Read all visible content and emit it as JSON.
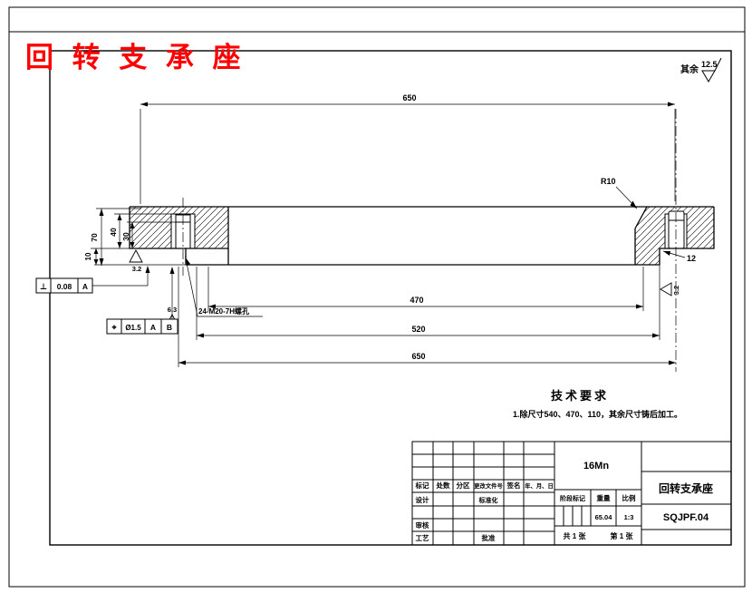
{
  "sheet_title": "回 转 支 承 座",
  "general_roughness": {
    "label": "其余",
    "value": "12.5"
  },
  "dims": {
    "top_650": "650",
    "bolt_circle_470": "470",
    "mid_520": "520",
    "bottom_650": "650",
    "h70": "70",
    "h40": "40",
    "h30": "30",
    "h10": "10",
    "fillet": "R10",
    "thickness": "12",
    "thread_callout": "24-M20-7H螺孔"
  },
  "roughness": {
    "flange_bottom": "3.2",
    "inner_wall": "3.2",
    "hole": "6.3"
  },
  "gdt": {
    "perp": {
      "sym": "⊥",
      "tol": "0.08",
      "datum": "A"
    },
    "pos": {
      "sym": "⌖",
      "tol": "Ø1.5",
      "datumA": "A",
      "datumB": "B"
    }
  },
  "tech": {
    "heading": "技术要求",
    "note1": "1.除尺寸540、470、110，其余尺寸铸后加工。"
  },
  "tb": {
    "material": "16Mn",
    "part_name": "回转支承座",
    "drawing_no": "SQJPF.04",
    "weight_value": "65.04",
    "scale_value": "1:3",
    "mark": "标记",
    "count": "处数",
    "zone": "分区",
    "change_doc": "更改文件号",
    "signature": "签名",
    "date": "年、月、日",
    "design": "设计",
    "standardization": "标准化",
    "review": "审核",
    "process": "工艺",
    "approve": "批准",
    "stage_mark": "阶段标记",
    "weight": "重量",
    "scale": "比例",
    "sheet_total": "共 1 张",
    "sheet_no": "第 1 张"
  }
}
